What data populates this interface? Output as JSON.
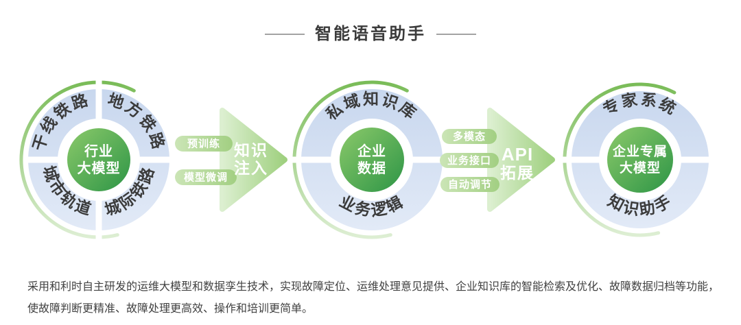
{
  "title": "智能语音助手",
  "circle1": {
    "top_left": "干线铁路",
    "top_right": "地方铁路",
    "bottom_left": "城市轨道",
    "bottom_right": "城际铁路",
    "center": [
      "行业",
      "大模型"
    ]
  },
  "arrow1": {
    "pills": [
      "预训练",
      "模型微调"
    ],
    "label": [
      "知识",
      "注入"
    ]
  },
  "circle2": {
    "top": "私域知识库",
    "bottom": "业务逻辑",
    "center": [
      "企业",
      "数据"
    ]
  },
  "arrow2": {
    "pills": [
      "多模态",
      "业务接口",
      "自动调节"
    ],
    "label": [
      "API",
      "拓展"
    ]
  },
  "circle3": {
    "top": "专家系统",
    "bottom": "知识助手",
    "center": [
      "企业专属",
      "大模型"
    ]
  },
  "footer": {
    "line1": "采用和利时自主研发的运维大模型和数据孪生技术，实现故障定位、运维处理意见提供、企业知识库的智能检索及优化、故障数据归档等功能，",
    "line2": "使故障判断更精准、故障处理更高效、操作和培训更简单。"
  },
  "colors": {
    "green_dark": "#2d9546",
    "green_mid": "#8bc96a",
    "green_pale": "#dcefd0",
    "green_arrow_deep": "#9fd07f",
    "pill_light": "#cbe5b6",
    "pill_dark": "#a2cf82",
    "arc_top": "#7abc58",
    "arc_bottom": "#ddeed3",
    "ring_top": "#c8d7ee",
    "ring_bottom": "#e2eaf7",
    "text_dark": "#3b3b3b",
    "divider_gray": "#a3a3a3",
    "footer_gray": "#414141"
  }
}
